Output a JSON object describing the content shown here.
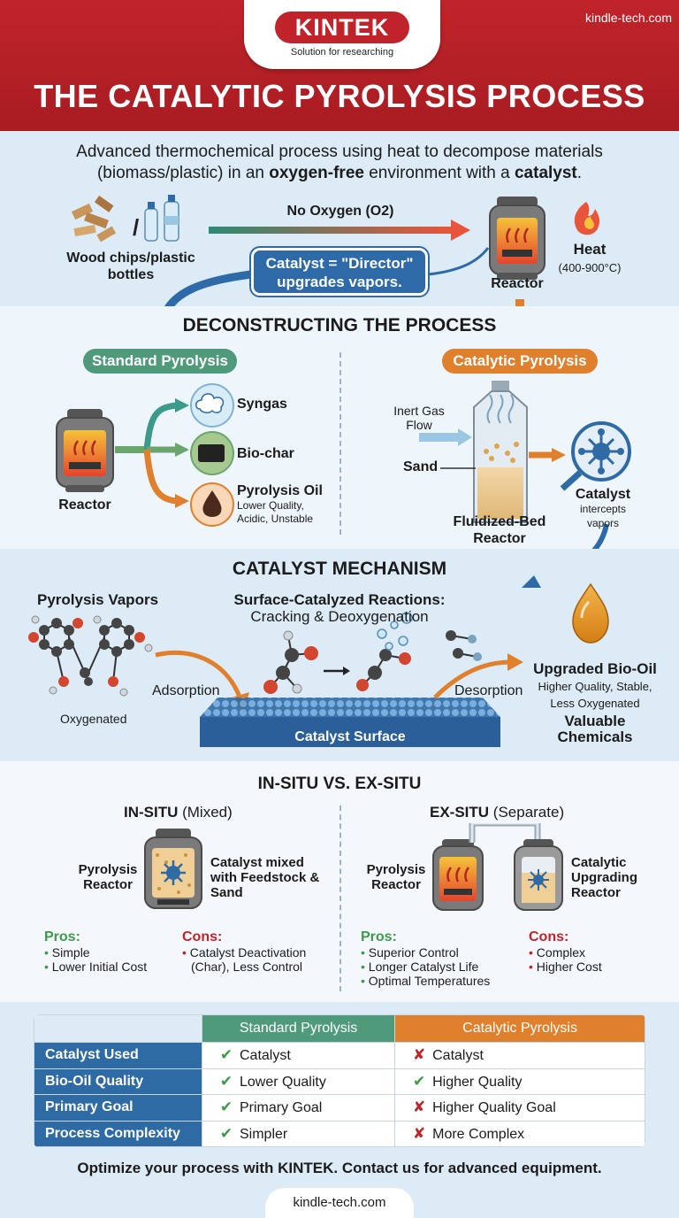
{
  "brand": {
    "logo": "KINTEK",
    "tagline": "Solution for researching",
    "site": "kindle-tech.com"
  },
  "title": "THE CATALYTIC PYROLYSIS PROCESS",
  "intro": {
    "line1": "Advanced thermochemical process using heat to decompose materials",
    "line2_pre": "(biomass/plastic) in an ",
    "line2_em1": "oxygen-free",
    "line2_mid": " environment with a ",
    "line2_em2": "catalyst",
    "line2_end": "."
  },
  "flow": {
    "feedstock": "Wood chips/plastic bottles",
    "no_oxygen": "No Oxygen (O2)",
    "director_line1": "Catalyst = \"Director\"",
    "director_line2": "upgrades vapors.",
    "reactor": "Reactor",
    "heat": "Heat",
    "heat_range": "(400-900°C)"
  },
  "deconstruct": {
    "title": "DECONSTRUCTING THE PROCESS",
    "standard": {
      "label": "Standard Pyrolysis",
      "reactor": "Reactor",
      "outputs": [
        {
          "name": "Syngas",
          "sub": ""
        },
        {
          "name": "Bio-char",
          "sub": ""
        },
        {
          "name": "Pyrolysis Oil",
          "sub": "Lower Quality, Acidic, Unstable"
        }
      ]
    },
    "catalytic": {
      "label": "Catalytic Pyrolysis",
      "gas_flow": "Inert Gas Flow",
      "sand": "Sand",
      "reactor": "Fluidized-Bed Reactor",
      "catalyst": "Catalyst",
      "catalyst_sub": "intercepts vapors"
    }
  },
  "mechanism": {
    "title": "CATALYST MECHANISM",
    "vapors": "Pyrolysis Vapors",
    "oxygenated": "Oxygenated",
    "reactions_title": "Surface-Catalyzed Reactions:",
    "reactions_sub": "Cracking & Deoxygenation",
    "adsorption": "Adsorption",
    "desorption": "Desorption",
    "surface": "Catalyst Surface",
    "product": "Upgraded Bio-Oil",
    "product_sub1": "Higher Quality, Stable,",
    "product_sub2": "Less Oxygenated",
    "chemicals": "Valuable Chemicals"
  },
  "situ": {
    "title": "IN-SITU VS. EX-SITU",
    "insitu": {
      "title_b": "IN-SITU",
      "title_n": " (Mixed)",
      "reactor": "Pyrolysis Reactor",
      "desc": "Catalyst mixed with Feedstock & Sand",
      "pros_title": "Pros:",
      "pros": [
        "Simple",
        "Lower Initial Cost"
      ],
      "cons_title": "Cons:",
      "cons": [
        "Catalyst Deactivation",
        "(Char), Less Control"
      ]
    },
    "exsitu": {
      "title_b": "EX-SITU",
      "title_n": " (Separate)",
      "reactor": "Pyrolysis Reactor",
      "upgrading": "Catalytic Upgrading Reactor",
      "pros_title": "Pros:",
      "pros": [
        "Superior Control",
        "Longer Catalyst Life",
        "Optimal Temperatures"
      ],
      "cons_title": "Cons:",
      "cons": [
        "Complex",
        "Higher Cost"
      ]
    }
  },
  "table": {
    "headers": [
      "",
      "Standard Pyrolysis",
      "Catalytic Pyrolysis"
    ],
    "rows": [
      {
        "label": "Catalyst Used",
        "std": "Catalyst",
        "std_mark": "check",
        "cat": "Catalyst",
        "cat_mark": "cross"
      },
      {
        "label": "Bio-Oil Quality",
        "std": "Lower Quality",
        "std_mark": "check",
        "cat": "Higher Quality",
        "cat_mark": "check"
      },
      {
        "label": "Primary Goal",
        "std": "Primary Goal",
        "std_mark": "check",
        "cat": "Higher Quality Goal",
        "cat_mark": "cross"
      },
      {
        "label": "Process Complexity",
        "std": "Simpler",
        "std_mark": "check",
        "cat": "More Complex",
        "cat_mark": "cross"
      }
    ],
    "colors": {
      "std": "#4f9a7a",
      "cat": "#e07f2c",
      "rowhead": "#2e6aa4"
    }
  },
  "cta": "Optimize your process with KINTEK. Contact us for advanced equipment.",
  "footer": "kindle-tech.com",
  "colors": {
    "brand_red": "#c0242a",
    "blue": "#2f6aa8",
    "orange": "#e07f2c",
    "green": "#4f9a7a"
  }
}
